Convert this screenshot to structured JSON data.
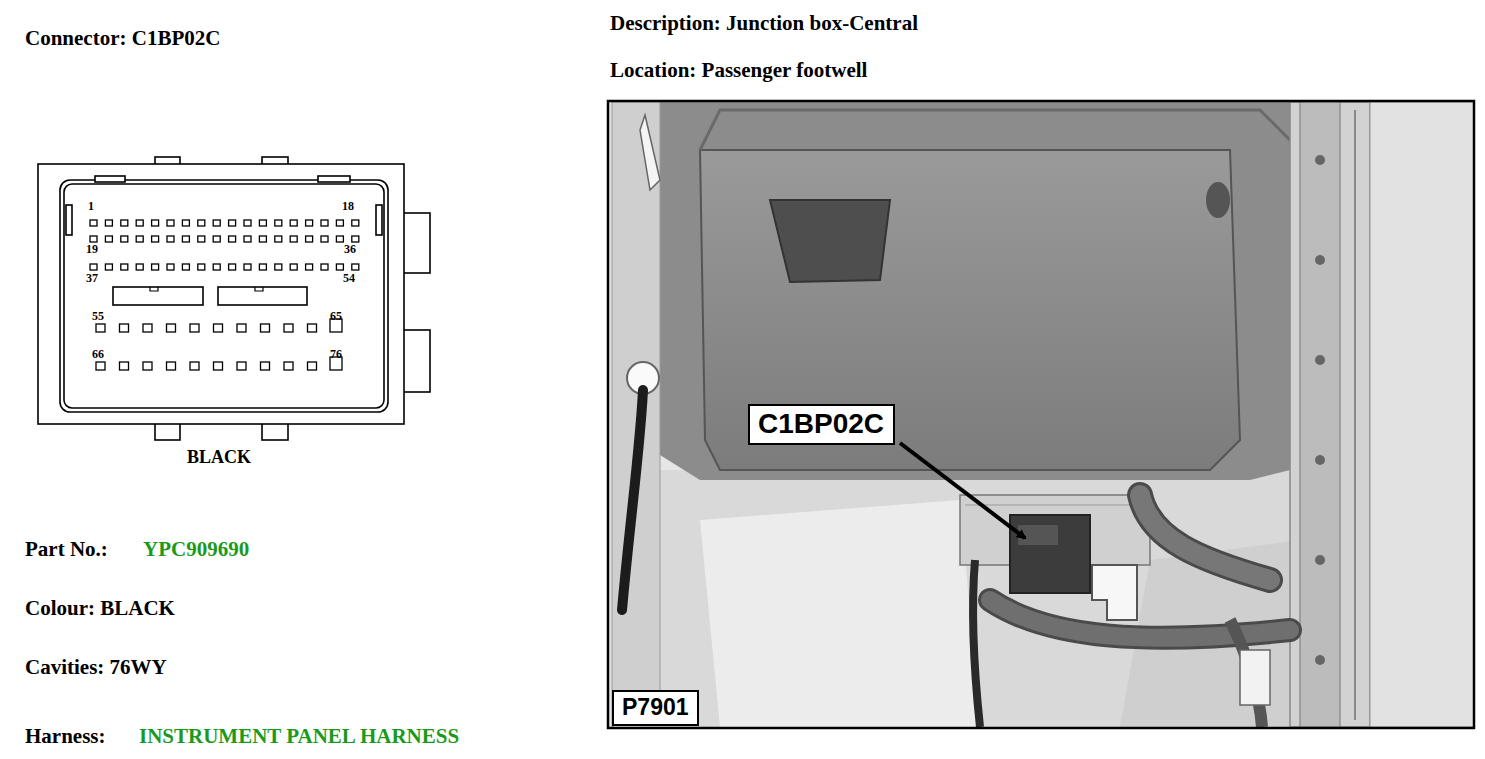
{
  "diagram": {
    "nodes": [
      {
        "text": [
          "C1BP02C"
        ]
      },
      {
        "text": [
          "P7901"
        ]
      }
    ],
    "labels": [
      "Connector: C1BP02C",
      "1",
      "18",
      "19",
      "36",
      "37",
      "54",
      "55",
      "65",
      "66",
      "76",
      "BLACK",
      "Part No.:",
      "YPC909690",
      "Colour: BLACK",
      "Cavities: 76WY",
      "Harness:",
      "INSTRUMENT PANEL HARNESS",
      "Description: Junction box-Central",
      "Location: Passenger footwell"
    ]
  }
}
